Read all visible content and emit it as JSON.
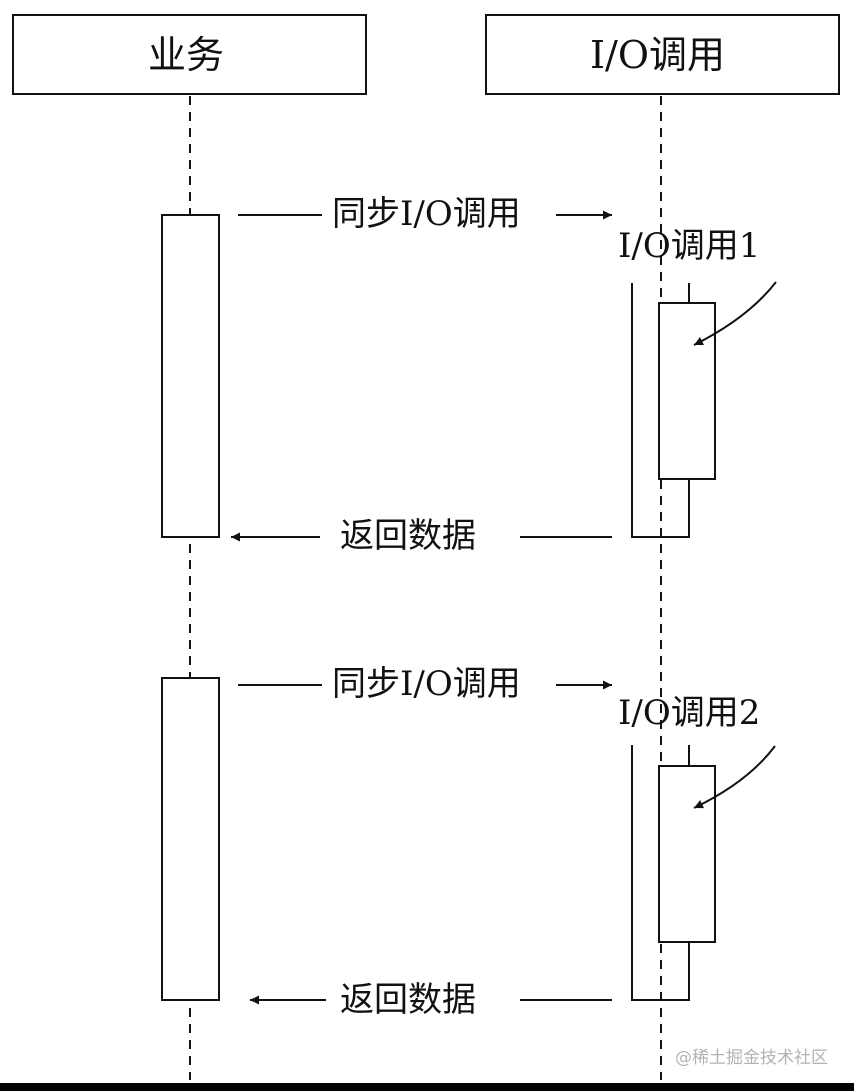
{
  "participants": {
    "business": "业务",
    "io_call": "I/O调用"
  },
  "sequence": [
    {
      "request_label": "同步I/O调用",
      "operation_label": "I/O调用1",
      "response_label": "返回数据"
    },
    {
      "request_label": "同步I/O调用",
      "operation_label": "I/O调用2",
      "response_label": "返回数据"
    }
  ],
  "watermark": "@稀土掘金技术社区",
  "colors": {
    "stroke": "#111111",
    "background": "#ffffff",
    "watermark": "#b3b3b3"
  }
}
